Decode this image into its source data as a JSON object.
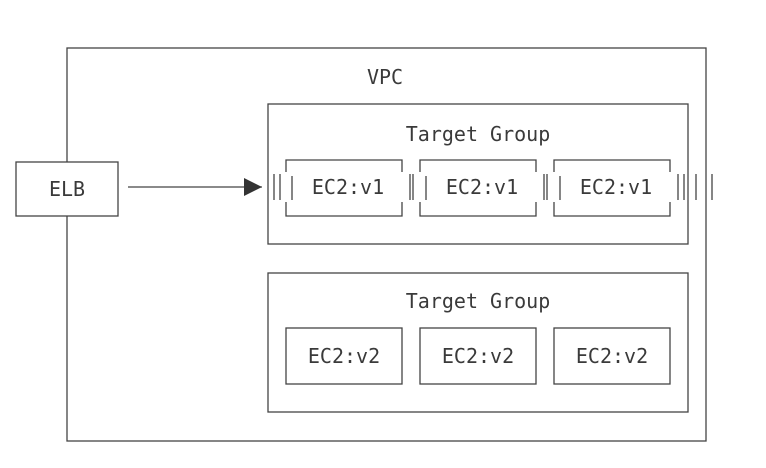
{
  "vpc": {
    "label": "VPC"
  },
  "elb": {
    "label": "ELB"
  },
  "groups": [
    {
      "label": "Target Group",
      "instances": [
        {
          "label": "EC2:v1"
        },
        {
          "label": "EC2:v1"
        },
        {
          "label": "EC2:v1"
        }
      ]
    },
    {
      "label": "Target Group",
      "instances": [
        {
          "label": "EC2:v2"
        },
        {
          "label": "EC2:v2"
        },
        {
          "label": "EC2:v2"
        }
      ]
    }
  ],
  "colors": {
    "line": "#444444",
    "text": "#3a3a3a",
    "background": "#ffffff"
  }
}
